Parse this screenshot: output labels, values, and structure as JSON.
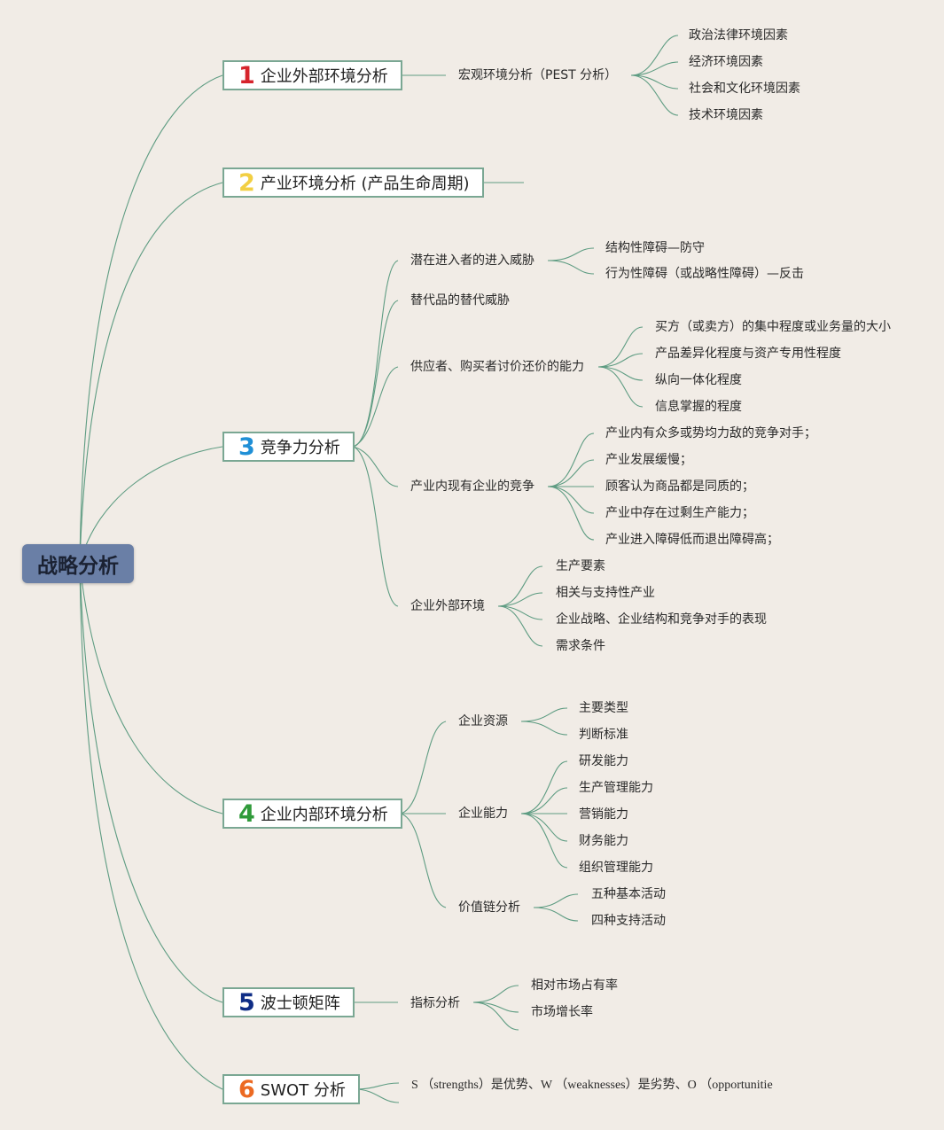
{
  "colors": {
    "line": "#5e9c82",
    "root_fill": "#6a7fa6",
    "n1": "#d6242c",
    "n2": "#f2cf43",
    "n3": "#1f8fd6",
    "n4": "#2f9a3a",
    "n5": "#0f2d86",
    "n6": "#ec6a22"
  },
  "root": "战略分析",
  "branches": {
    "b1": {
      "num": "1",
      "label": "企业外部环境分析",
      "pest": {
        "label": "宏观环境分析（PEST 分析）",
        "items": [
          "政治法律环境因素",
          "经济环境因素",
          "社会和文化环境因素",
          "技术环境因素"
        ]
      }
    },
    "b2": {
      "num": "2",
      "label": "产业环境分析 (产品生命周期)"
    },
    "b3": {
      "num": "3",
      "label": "竞争力分析",
      "entrants": {
        "label": "潜在进入者的进入威胁",
        "items": [
          "结构性障碍—防守",
          "行为性障碍（或战略性障碍）—反击"
        ]
      },
      "substitutes": {
        "label": "替代品的替代威胁"
      },
      "bargaining": {
        "label": "供应者、购买者讨价还价的能力",
        "items": [
          "买方（或卖方）的集中程度或业务量的大小",
          "产品差异化程度与资产专用性程度",
          "纵向一体化程度",
          "信息掌握的程度"
        ]
      },
      "rivalry": {
        "label": "产业内现有企业的竞争",
        "items": [
          "产业内有众多或势均力敌的竞争对手；",
          "产业发展缓慢；",
          "顾客认为商品都是同质的；",
          "产业中存在过剩生产能力；",
          "产业进入障碍低而退出障碍高；"
        ]
      },
      "external": {
        "label": "企业外部环境",
        "items": [
          "生产要素",
          "相关与支持性产业",
          "企业战略、企业结构和竞争对手的表现",
          "需求条件"
        ]
      }
    },
    "b4": {
      "num": "4",
      "label": "企业内部环境分析",
      "resources": {
        "label": "企业资源",
        "items": [
          "主要类型",
          "判断标准"
        ]
      },
      "capabilities": {
        "label": "企业能力",
        "items": [
          "研发能力",
          "生产管理能力",
          "营销能力",
          "财务能力",
          "组织管理能力"
        ]
      },
      "value_chain": {
        "label": "价值链分析",
        "items": [
          "五种基本活动",
          "四种支持活动"
        ]
      }
    },
    "b5": {
      "num": "5",
      "label": "波士顿矩阵",
      "indicator": {
        "label": "指标分析",
        "items": [
          "相对市场占有率",
          "市场增长率"
        ]
      }
    },
    "b6": {
      "num": "6",
      "label": "SWOT 分析",
      "text": "S （strengths）是优势、W （weaknesses）是劣势、O （opportunitie"
    }
  }
}
